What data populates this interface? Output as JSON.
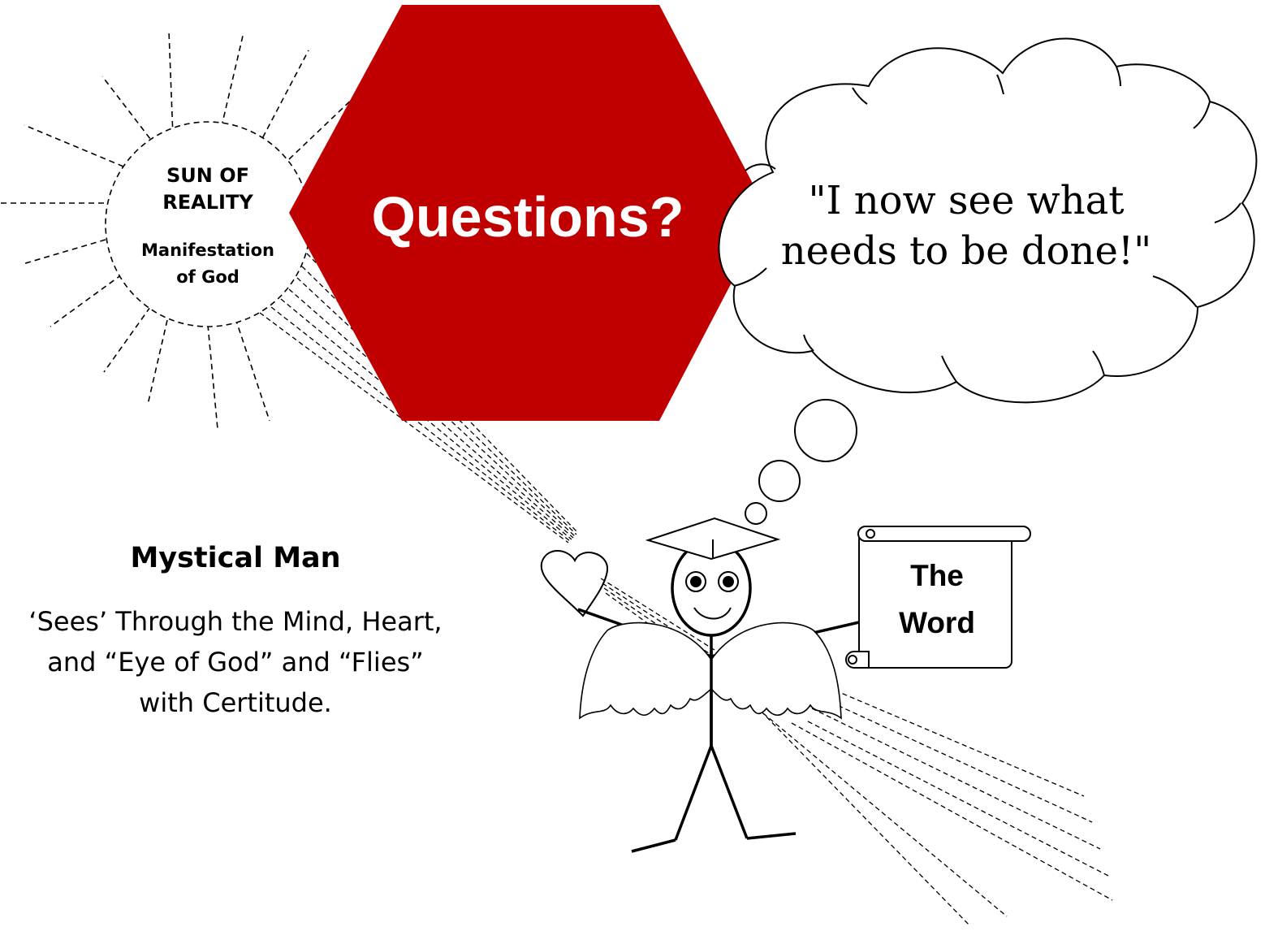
{
  "sun": {
    "title_line1": "SUN OF",
    "title_line2": "REALITY",
    "subtitle_line1": "Manifestation",
    "subtitle_line2": "of God"
  },
  "hexagon": {
    "label": "Questions?",
    "color": "#c00000"
  },
  "thought_cloud": {
    "line1": "\"I now see what",
    "line2": "needs to be done!\""
  },
  "scroll": {
    "line1": "The",
    "line2": "Word"
  },
  "mystical_man": {
    "title": "Mystical Man",
    "desc_line1": "‘Sees’ Through the Mind, Heart,",
    "desc_line2": "and “Eye of God” and “Flies”",
    "desc_line3": "with Certitude."
  }
}
